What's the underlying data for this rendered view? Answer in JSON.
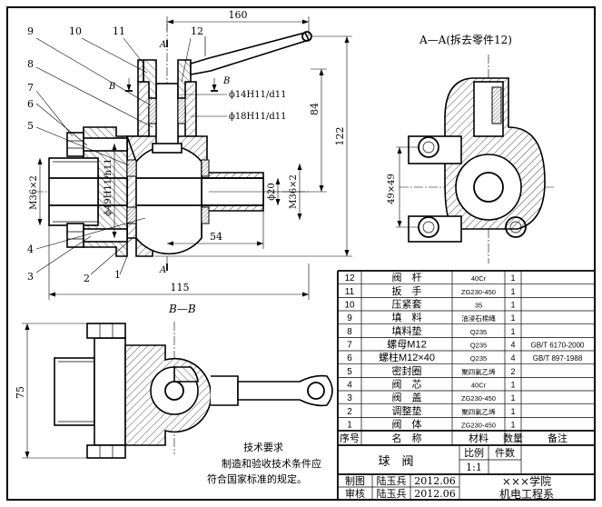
{
  "section_aa_title": "A—A(拆去零件12)",
  "section_bb_title": "B—B",
  "section_marks": {
    "a": "A",
    "b": "B"
  },
  "dimensions": {
    "d160": "160",
    "d84": "84",
    "d122": "122",
    "d54": "54",
    "d115": "115",
    "d75": "75",
    "d49x49": "49×49",
    "m36_left": "M36×2",
    "m36_right": "M36×2",
    "phi20": "ϕ20",
    "fit49": "ϕ49H11/h11",
    "fit14": "ϕ14H11/d11",
    "fit18": "ϕ18H11/d11"
  },
  "callouts": [
    "1",
    "2",
    "3",
    "4",
    "5",
    "6",
    "7",
    "8",
    "9",
    "10",
    "11",
    "12"
  ],
  "tech_requirements": {
    "title": "技术要求",
    "line1": "制造和验收技术条件应",
    "line2": "符合国家标准的规定。"
  },
  "parts_list": {
    "rows": [
      {
        "no": "12",
        "name": "阀　杆",
        "material": "40Cr",
        "qty": "1",
        "remark": ""
      },
      {
        "no": "11",
        "name": "扳　手",
        "material": "ZG230-450",
        "qty": "1",
        "remark": ""
      },
      {
        "no": "10",
        "name": "压紧套",
        "material": "35",
        "qty": "1",
        "remark": ""
      },
      {
        "no": "9",
        "name": "填　料",
        "material": "油浸石棉绳",
        "qty": "1",
        "remark": ""
      },
      {
        "no": "8",
        "name": "填料垫",
        "material": "Q235",
        "qty": "1",
        "remark": ""
      },
      {
        "no": "7",
        "name": "螺母M12",
        "material": "Q235",
        "qty": "4",
        "remark": "GB/T 6170-2000"
      },
      {
        "no": "6",
        "name": "螺柱M12×40",
        "material": "Q235",
        "qty": "4",
        "remark": "GB/T 897-1988"
      },
      {
        "no": "5",
        "name": "密封圈",
        "material": "聚四氟乙烯",
        "qty": "2",
        "remark": ""
      },
      {
        "no": "4",
        "name": "阀　芯",
        "material": "40Cr",
        "qty": "1",
        "remark": ""
      },
      {
        "no": "3",
        "name": "阀　盖",
        "material": "ZG230-450",
        "qty": "1",
        "remark": ""
      },
      {
        "no": "2",
        "name": "调整垫",
        "material": "聚四氟乙烯",
        "qty": "1",
        "remark": ""
      },
      {
        "no": "1",
        "name": "阀　体",
        "material": "ZG230-450",
        "qty": "1",
        "remark": ""
      }
    ],
    "header": {
      "no": "序号",
      "name": "名　称",
      "material": "材料",
      "qty": "数量",
      "remark": "备注"
    }
  },
  "title_block": {
    "drawing_name": "球　阀",
    "scale_label": "比例",
    "scale_value": "1:1",
    "count_label": "件数",
    "count_value": "",
    "drawn_label": "制图",
    "drawn_by": "陆玉兵",
    "drawn_date": "2012.06",
    "checked_label": "审核",
    "checked_by": "陆玉兵",
    "checked_date": "2012.06",
    "school": "×××学院",
    "department": "机电工程系"
  }
}
